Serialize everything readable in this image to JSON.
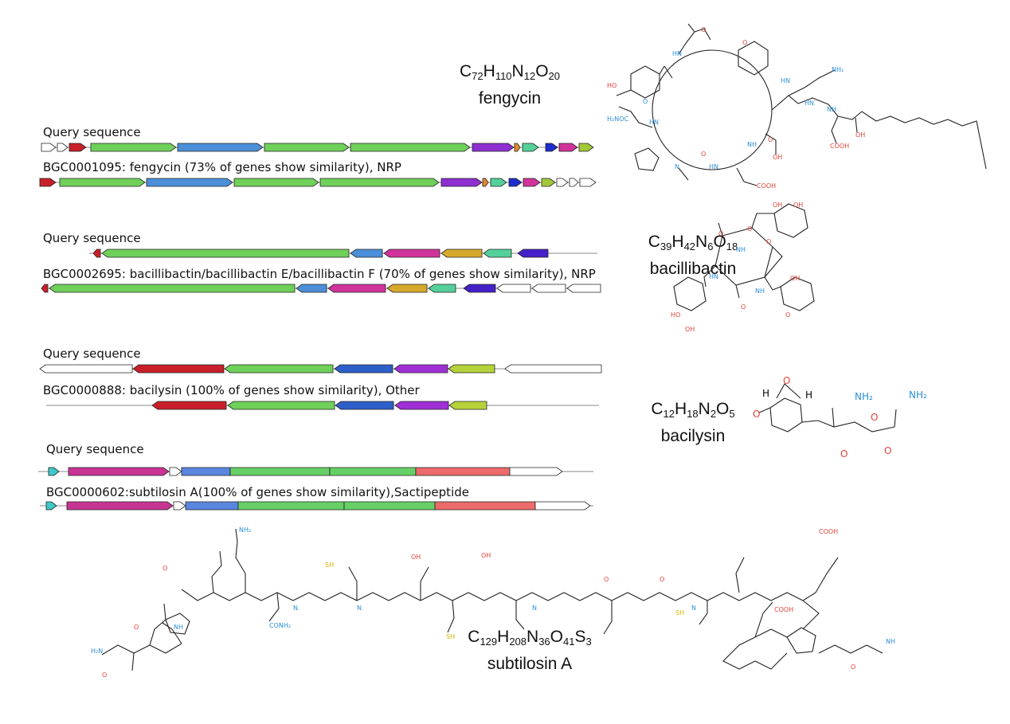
{
  "clusters": [
    {
      "query_label": "Query sequence",
      "ref_label": "BGC0001095: fengycin (73% of genes show similarity), NRP",
      "formula": {
        "parts": [
          [
            "C",
            "72"
          ],
          [
            "H",
            "110"
          ],
          [
            "N",
            "12"
          ],
          [
            "O",
            "20"
          ]
        ],
        "name": "fengycin"
      },
      "query_genes": [
        {
          "s": 52,
          "e": 70,
          "c": "#ffffff",
          "d": 1
        },
        {
          "s": 72,
          "e": 85,
          "c": "#ffffff",
          "d": 1
        },
        {
          "s": 87,
          "e": 108,
          "c": "#c8202a",
          "d": 1
        },
        {
          "s": 114,
          "e": 221,
          "c": "#6fd05a",
          "d": 1
        },
        {
          "s": 223,
          "e": 330,
          "c": "#4c8fd8",
          "d": 1
        },
        {
          "s": 332,
          "e": 438,
          "c": "#6fd05a",
          "d": 1
        },
        {
          "s": 440,
          "e": 590,
          "c": "#6fd05a",
          "d": 1
        },
        {
          "s": 593,
          "e": 645,
          "c": "#8e2fcf",
          "d": 1
        },
        {
          "s": 646,
          "e": 653,
          "c": "#e08a2a",
          "d": 1
        },
        {
          "s": 656,
          "e": 676,
          "c": "#55d09a",
          "d": 1
        },
        {
          "s": 685,
          "e": 700,
          "c": "#1d2ccc",
          "d": 1
        },
        {
          "s": 702,
          "e": 725,
          "c": "#d0349a",
          "d": 1
        },
        {
          "s": 727,
          "e": 745,
          "c": "#a0c83a",
          "d": 1
        }
      ],
      "ref_genes": [
        {
          "s": 50,
          "e": 70,
          "c": "#c8202a",
          "d": 1
        },
        {
          "s": 75,
          "e": 182,
          "c": "#6fd05a",
          "d": 1
        },
        {
          "s": 184,
          "e": 292,
          "c": "#4c8fd8",
          "d": 1
        },
        {
          "s": 294,
          "e": 400,
          "c": "#6fd05a",
          "d": 1
        },
        {
          "s": 402,
          "e": 551,
          "c": "#6fd05a",
          "d": 1
        },
        {
          "s": 554,
          "e": 605,
          "c": "#8e2fcf",
          "d": 1
        },
        {
          "s": 606,
          "e": 613,
          "c": "#e08a2a",
          "d": 1
        },
        {
          "s": 616,
          "e": 636,
          "c": "#55d09a",
          "d": 1
        },
        {
          "s": 639,
          "e": 655,
          "c": "#1d2ccc",
          "d": 1
        },
        {
          "s": 657,
          "e": 678,
          "c": "#d0349a",
          "d": 1
        },
        {
          "s": 680,
          "e": 697,
          "c": "#a0c83a",
          "d": 1
        },
        {
          "s": 699,
          "e": 713,
          "c": "#ffffff",
          "d": 1
        },
        {
          "s": 715,
          "e": 726,
          "c": "#ffffff",
          "d": 1
        },
        {
          "s": 728,
          "e": 748,
          "c": "#ffffff",
          "d": 1
        }
      ]
    },
    {
      "query_label": "Query sequence",
      "ref_label": "BGC0002695: bacillibactin/bacillibactin E/bacillibactin F (70% of genes show similarity), NRP",
      "formula": {
        "parts": [
          [
            "C",
            "39"
          ],
          [
            "H",
            "42"
          ],
          [
            "N",
            "6"
          ],
          [
            "O",
            "18"
          ]
        ],
        "name": "bacillibactin"
      },
      "query_genes": [
        {
          "s": 117,
          "e": 126,
          "c": "#c8202a",
          "d": -1
        },
        {
          "s": 128,
          "e": 438,
          "c": "#6fd05a",
          "d": -1
        },
        {
          "s": 440,
          "e": 480,
          "c": "#4c8fd8",
          "d": -1
        },
        {
          "s": 482,
          "e": 552,
          "c": "#d0349a",
          "d": -1
        },
        {
          "s": 554,
          "e": 605,
          "c": "#d6a92c",
          "d": -1
        },
        {
          "s": 607,
          "e": 642,
          "c": "#55d09a",
          "d": -1
        },
        {
          "s": 650,
          "e": 688,
          "c": "#4520c8",
          "d": -1
        }
      ],
      "ref_genes": [
        {
          "s": 52,
          "e": 60,
          "c": "#c8202a",
          "d": -1
        },
        {
          "s": 62,
          "e": 370,
          "c": "#6fd05a",
          "d": -1
        },
        {
          "s": 372,
          "e": 410,
          "c": "#4c8fd8",
          "d": -1
        },
        {
          "s": 412,
          "e": 484,
          "c": "#d0349a",
          "d": -1
        },
        {
          "s": 486,
          "e": 536,
          "c": "#d6a92c",
          "d": -1
        },
        {
          "s": 538,
          "e": 572,
          "c": "#55d09a",
          "d": -1
        },
        {
          "s": 582,
          "e": 622,
          "c": "#4520c8",
          "d": -1
        },
        {
          "s": 624,
          "e": 666,
          "c": "#ffffff",
          "d": -1
        },
        {
          "s": 668,
          "e": 710,
          "c": "#ffffff",
          "d": -1
        },
        {
          "s": 712,
          "e": 754,
          "c": "#ffffff",
          "d": -1
        }
      ]
    },
    {
      "query_label": "Query sequence",
      "ref_label": "BGC0000888: bacilysin (100% of genes show similarity), Other",
      "formula": {
        "parts": [
          [
            "C",
            "12"
          ],
          [
            "H",
            "18"
          ],
          [
            "N",
            "2"
          ],
          [
            "O",
            "5"
          ]
        ],
        "name": "bacilysin"
      },
      "query_genes": [
        {
          "s": 50,
          "e": 166,
          "c": "#ffffff",
          "d": -1
        },
        {
          "s": 167,
          "e": 281,
          "c": "#c8202a",
          "d": -1
        },
        {
          "s": 282,
          "e": 418,
          "c": "#6fd05a",
          "d": -1
        },
        {
          "s": 420,
          "e": 493,
          "c": "#2d5fc9",
          "d": -1
        },
        {
          "s": 495,
          "e": 562,
          "c": "#a02fd6",
          "d": -1
        },
        {
          "s": 563,
          "e": 621,
          "c": "#b6d23a",
          "d": -1
        },
        {
          "s": 634,
          "e": 755,
          "c": "#ffffff",
          "d": -1
        }
      ],
      "ref_genes": [
        {
          "s": 191,
          "e": 284,
          "c": "#c8202a",
          "d": -1
        },
        {
          "s": 286,
          "e": 420,
          "c": "#6fd05a",
          "d": -1
        },
        {
          "s": 421,
          "e": 494,
          "c": "#2d5fc9",
          "d": -1
        },
        {
          "s": 496,
          "e": 563,
          "c": "#a02fd6",
          "d": -1
        },
        {
          "s": 564,
          "e": 611,
          "c": "#b6d23a",
          "d": -1
        }
      ]
    },
    {
      "query_label": "Query sequence",
      "ref_label": "BGC0000602:subtilosin A(100% of genes show similarity),Sactipeptide",
      "formula": {
        "parts": [
          [
            "C",
            "129"
          ],
          [
            "H",
            "208"
          ],
          [
            "N",
            "36"
          ],
          [
            "O",
            "41"
          ],
          [
            "S",
            "3"
          ]
        ],
        "name": "subtilosin A"
      },
      "query_genes": [
        {
          "s": 61,
          "e": 74,
          "c": "#3ec8c8",
          "d": 1
        },
        {
          "s": 86,
          "e": 212,
          "c": "#c83494",
          "d": 1
        },
        {
          "s": 213,
          "e": 228,
          "c": "#ffffff",
          "d": 1
        },
        {
          "s": 228,
          "e": 289,
          "c": "#5a86e0",
          "d": 0
        },
        {
          "s": 289,
          "e": 414,
          "c": "#66d066",
          "d": 0
        },
        {
          "s": 414,
          "e": 522,
          "c": "#66d066",
          "d": 0
        },
        {
          "s": 522,
          "e": 640,
          "c": "#ec6a6a",
          "d": 0
        },
        {
          "s": 640,
          "e": 706,
          "c": "#ffffff",
          "d": 1
        }
      ],
      "ref_genes": [
        {
          "s": 58,
          "e": 71,
          "c": "#3ec8c8",
          "d": 1
        },
        {
          "s": 84,
          "e": 217,
          "c": "#c83494",
          "d": 1
        },
        {
          "s": 218,
          "e": 233,
          "c": "#ffffff",
          "d": 1
        },
        {
          "s": 233,
          "e": 299,
          "c": "#5a86e0",
          "d": 0
        },
        {
          "s": 299,
          "e": 432,
          "c": "#66d066",
          "d": 0
        },
        {
          "s": 432,
          "e": 546,
          "c": "#66d066",
          "d": 0
        },
        {
          "s": 546,
          "e": 672,
          "c": "#ec6a6a",
          "d": 0
        },
        {
          "s": 672,
          "e": 741,
          "c": "#ffffff",
          "d": 1
        }
      ]
    }
  ],
  "atom_labels": {
    "N": "N",
    "NH": "NH",
    "NH2": "NH2",
    "O": "O",
    "OH": "OH",
    "COOH": "COOH",
    "H2NOC": "H2NOC",
    "CONH2": "CONH2",
    "SH": "SH",
    "H": "H"
  }
}
